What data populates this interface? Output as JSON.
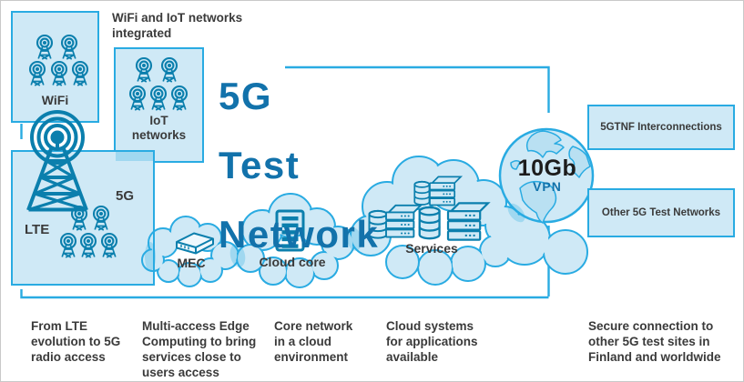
{
  "top_note": "WiFi and IoT networks\nintegrated",
  "title": {
    "lines": [
      "5G",
      "Test",
      "Network"
    ]
  },
  "nodes": {
    "wifi": {
      "label": "WiFi"
    },
    "iot": {
      "label": "IoT\nnetworks"
    },
    "lte": {
      "label": "LTE"
    },
    "fiveg": {
      "label": "5G"
    },
    "mec": {
      "label": "MEC"
    },
    "cloud_core": {
      "label": "Cloud core"
    },
    "services": {
      "label": "Services"
    },
    "globe": {
      "bandwidth": "10Gb",
      "connection": "VPN"
    }
  },
  "right_boxes": [
    {
      "label": "5GTNF Interconnections"
    },
    {
      "label": "Other 5G Test Networks"
    }
  ],
  "captions": [
    "From LTE\nevolution to 5G\nradio access",
    "Multi-access Edge\nComputing to bring\nservices close to\nusers access",
    "Core network\nin a cloud\nenvironment",
    "Cloud systems\nfor applications\navailable",
    "Secure connection to\nother 5G test sites in\nFinland and worldwide"
  ],
  "icons": {
    "antenna": "radio-antenna-icon",
    "tower": "radio-mast-icon",
    "router": "edge-router-icon",
    "server_rack": "server-rack-icon",
    "database": "database-stack-icon",
    "servers": "server-stack-icon",
    "globe": "globe-icon"
  },
  "colors": {
    "accent_cyan": "#29abe2",
    "fill_light": "#cfe9f6",
    "fill_overlap": "#a9daf0",
    "icon_teal": "#0b7fad",
    "title_blue": "#1272ab",
    "text_dark": "#3a3a3a",
    "black": "#1c1c1c"
  }
}
